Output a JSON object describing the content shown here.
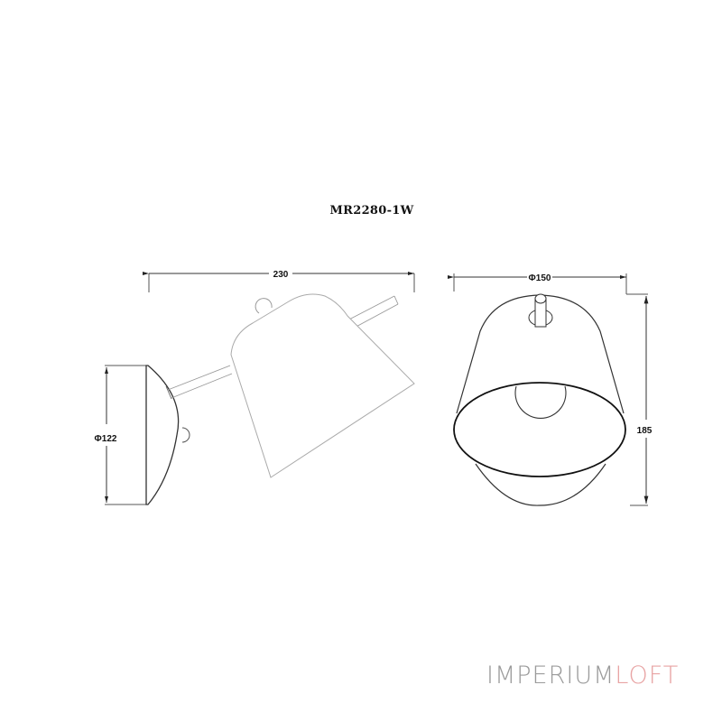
{
  "drawing": {
    "model": "MR2280-1W",
    "dimensions": {
      "side_length": "230",
      "backplate_diameter": "Φ122",
      "shade_diameter": "Φ150",
      "height": "185"
    },
    "views": [
      "side-view",
      "front-view"
    ]
  },
  "watermark": {
    "part1": "IMPERIUM",
    "part2": "LOFT",
    "colors": {
      "part1": "#9b9b9b",
      "part2": "#e8a4a4"
    }
  }
}
